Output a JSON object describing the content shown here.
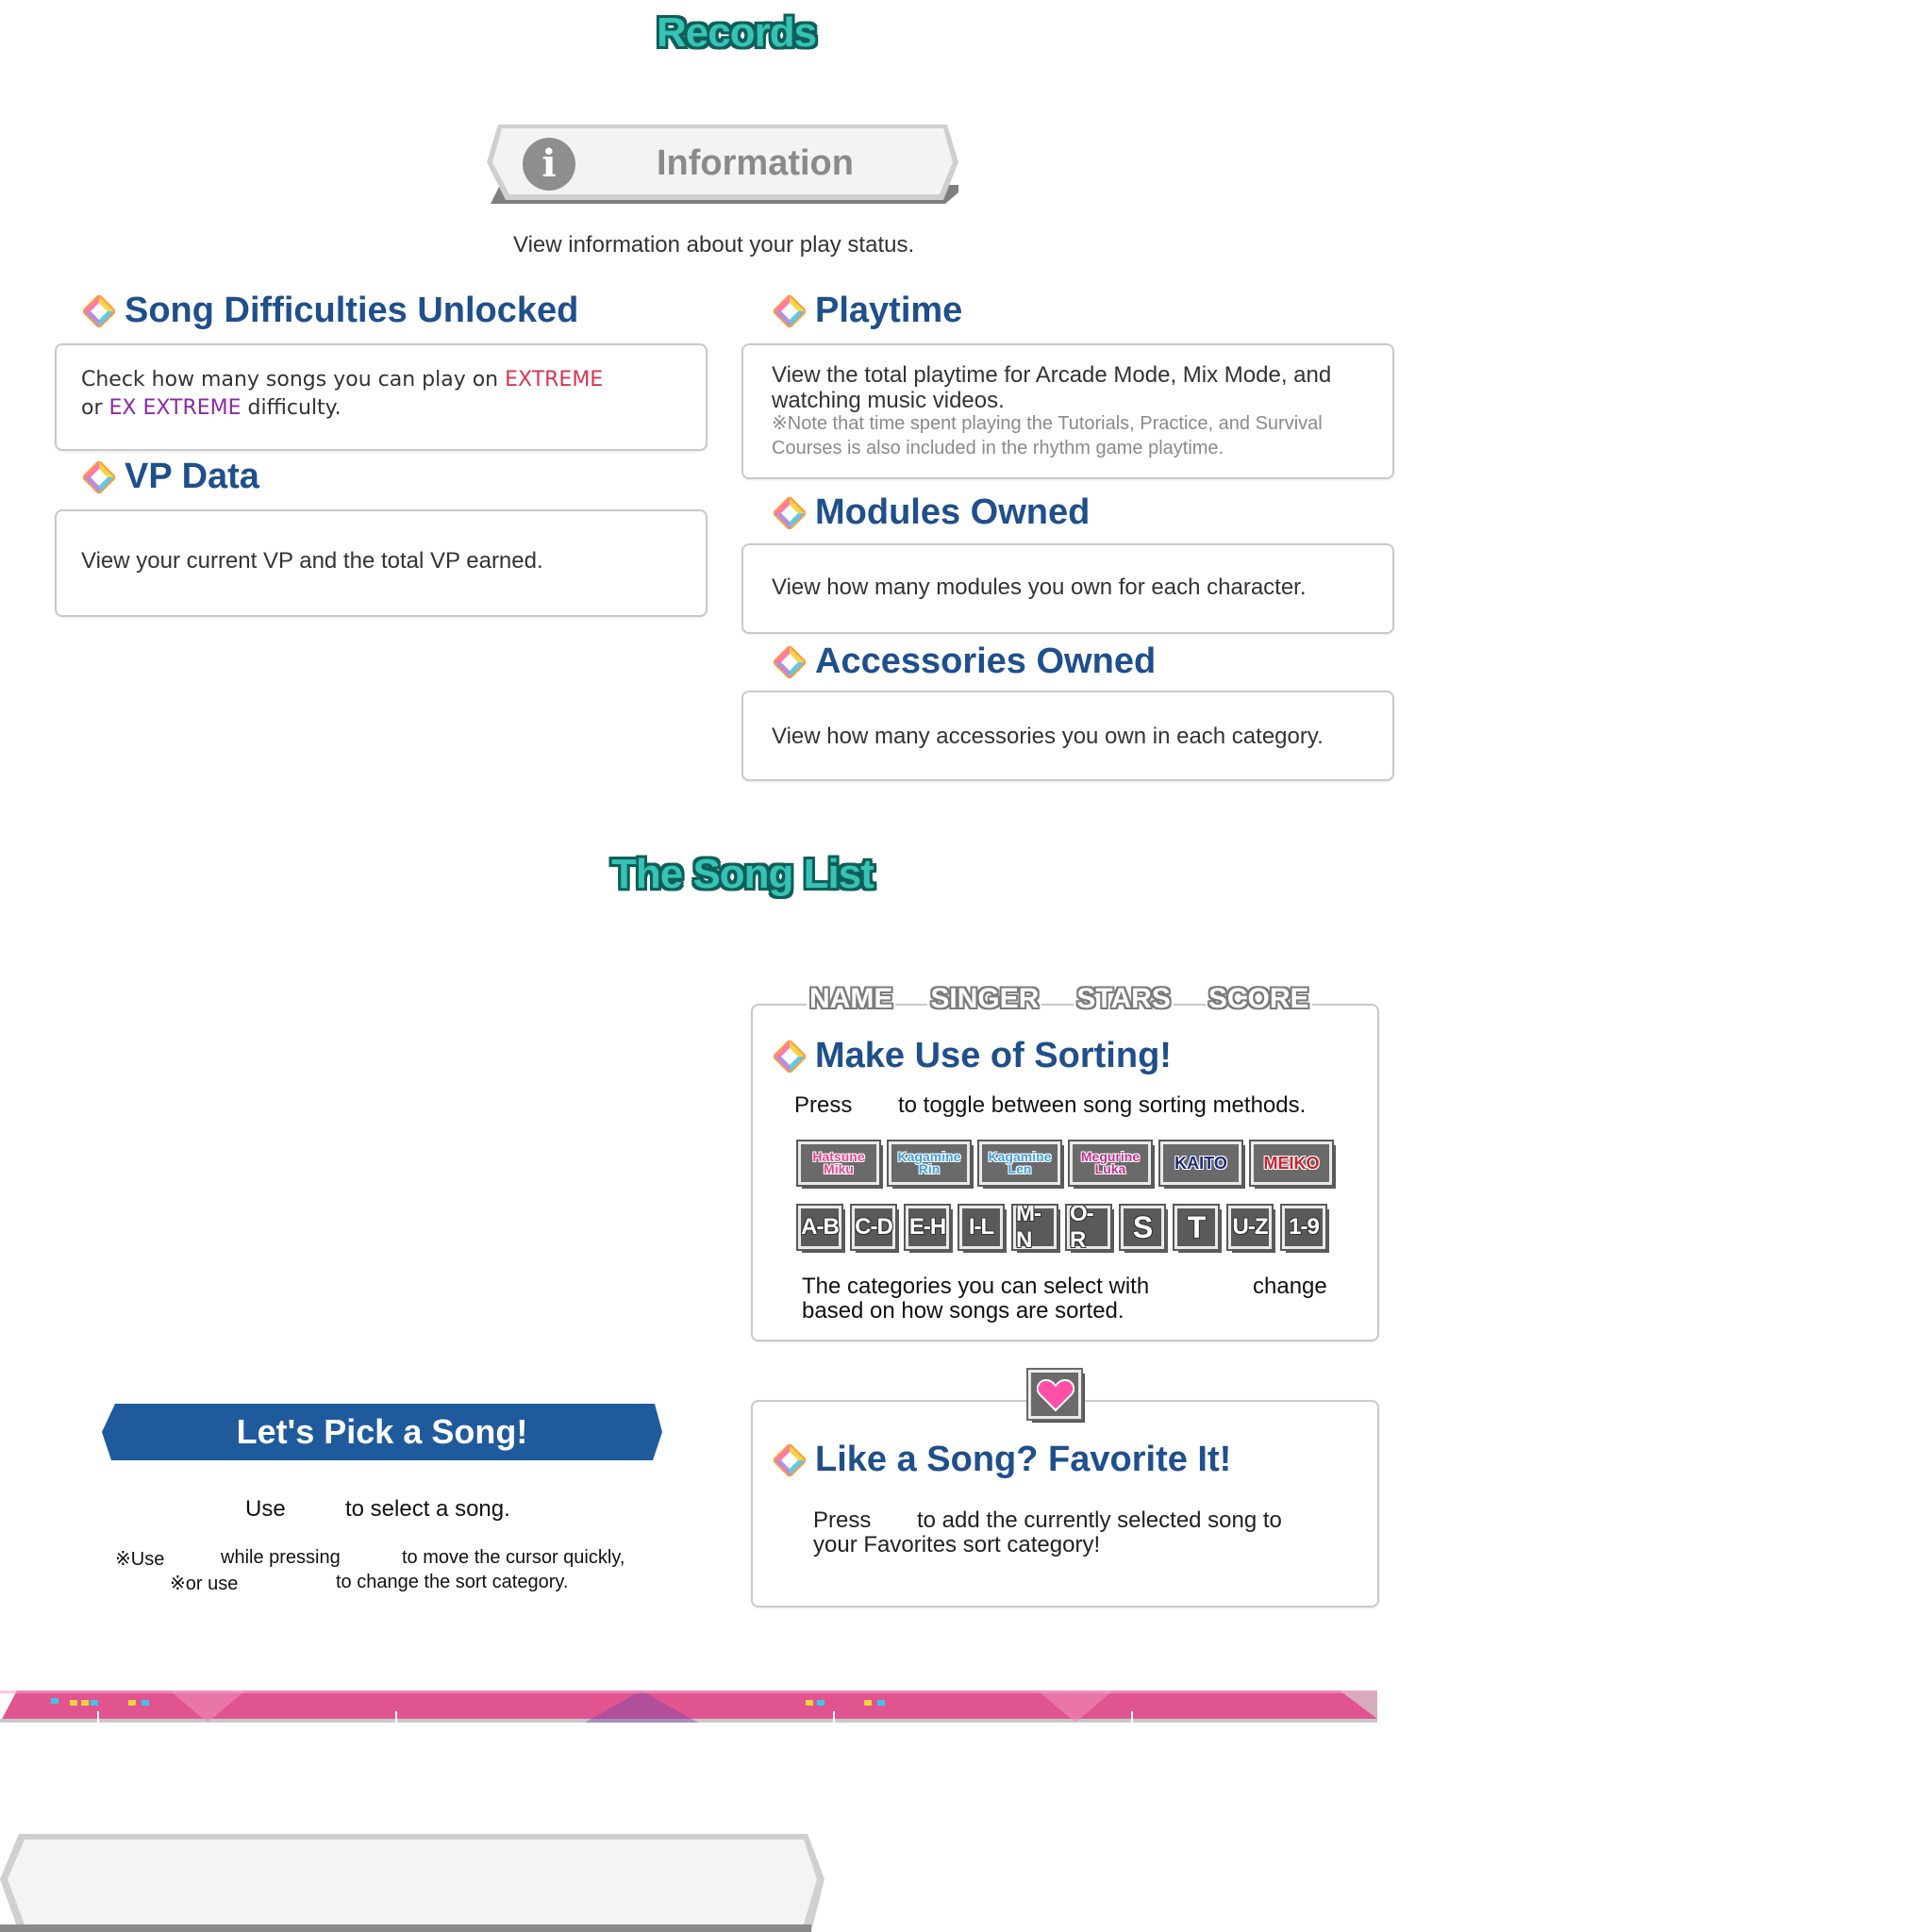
{
  "records": {
    "title": "Records",
    "banner_label": "Information",
    "banner_icon": "info-icon",
    "description": "View information about your play status.",
    "song_difficulties": {
      "heading": "Song Difficulties Unlocked",
      "text_a": "Check how many songs you can play on ",
      "extreme": "EXTREME",
      "text_b": "or ",
      "ex_extreme": "EX EXTREME",
      "text_c": " difficulty."
    },
    "vp_data": {
      "heading": "VP Data",
      "text": "View your current VP and the total VP earned."
    },
    "playtime": {
      "heading": "Playtime",
      "text": "View the total playtime for Arcade Mode, Mix Mode, and watching music videos.",
      "note": "※Note that time spent playing the Tutorials, Practice, and Survival Courses is also included in the rhythm game playtime."
    },
    "modules": {
      "heading": "Modules Owned",
      "text": "View how many modules you own for each character."
    },
    "accessories": {
      "heading": "Accessories Owned",
      "text": "View how many accessories you own in each category."
    }
  },
  "song_list": {
    "title": "The Song List",
    "sort_tabs": [
      "NAME",
      "SINGER",
      "STARS",
      "SCORE"
    ],
    "sorting": {
      "heading": "Make Use of Sorting!",
      "press": "Press",
      "press_rest": "to toggle between song sorting methods.",
      "characters": [
        {
          "name": "Hatsune Miku",
          "color": "#e8438a"
        },
        {
          "name": "Kagamine Rin",
          "color": "#3f9fe0"
        },
        {
          "name": "Kagamine Len",
          "color": "#3f9fe0"
        },
        {
          "name": "Megurine Luka",
          "color": "#c4308f"
        },
        {
          "name": "KAITO",
          "color": "#1d2c7a"
        },
        {
          "name": "MEIKO",
          "color": "#c82230"
        }
      ],
      "letters": [
        "A-B",
        "C-D",
        "E-H",
        "I-L",
        "M-N",
        "O-R",
        "S",
        "T",
        "U-Z",
        "1-9"
      ],
      "footer_a": "The categories you can select with",
      "footer_b": "change",
      "footer_c": "based on how songs are sorted."
    },
    "pick": {
      "banner": "Let's Pick a Song!",
      "use": "Use",
      "use_rest": "to select a song.",
      "note1_a": "※Use",
      "note1_b": "while pressing",
      "note1_c": "to move the cursor quickly,",
      "note2_a": "※or use",
      "note2_b": "to change the sort category."
    },
    "favorite": {
      "heading": "Like a Song? Favorite It!",
      "press": "Press",
      "line1_rest": "to add the currently selected song to",
      "line2": "your Favorites sort category!"
    }
  },
  "colors": {
    "heading": "#1f4f8c",
    "teal": "#36c3b5",
    "extreme": "#d9364d",
    "ex_extreme": "#8a2aa8",
    "banner_blue": "#1f5a9c",
    "strip_pink": "#e05590"
  }
}
